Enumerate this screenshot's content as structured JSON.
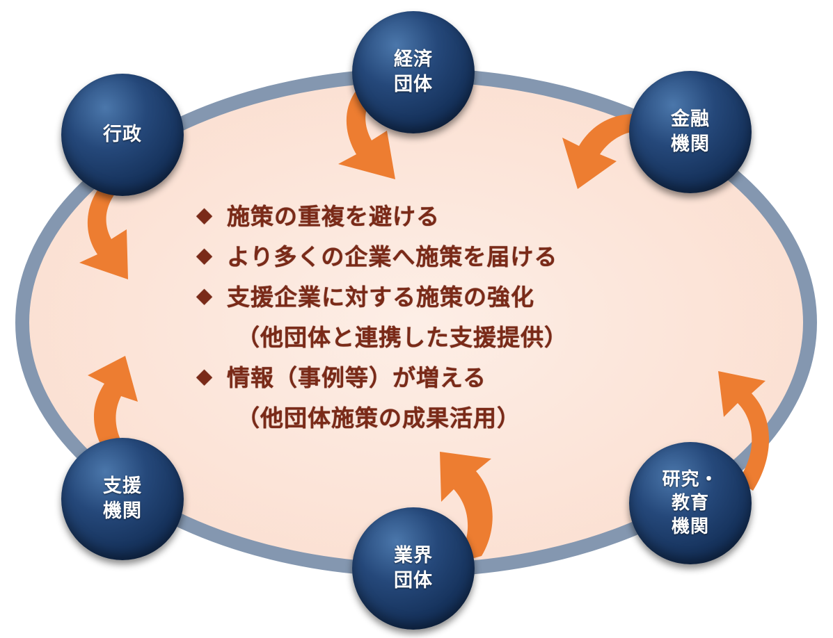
{
  "nodes": {
    "keizai": {
      "line1": "経済",
      "line2": "団体"
    },
    "gyosei": {
      "line1": "行政"
    },
    "kinyu": {
      "line1": "金融",
      "line2": "機関"
    },
    "shien": {
      "line1": "支援",
      "line2": "機関"
    },
    "gyokai": {
      "line1": "業界",
      "line2": "団体"
    },
    "kenkyu": {
      "line1": "研究・",
      "line2": "教育",
      "line3": "機関"
    }
  },
  "center": {
    "bullet_symbol": "◆",
    "items": [
      "施策の重複を避ける",
      "より多くの企業へ施策を届ける",
      "支援企業に対する施策の強化",
      "（他団体と連携した支援提供）",
      "情報（事例等）が増える",
      "（他団体施策の成果活用）"
    ]
  },
  "colors": {
    "ellipse_fill": "#fde4d8",
    "ellipse_border": "#8497b0",
    "arrow": "#ed7d31",
    "node": "#1f3f6e",
    "text": "#7a2a18"
  }
}
